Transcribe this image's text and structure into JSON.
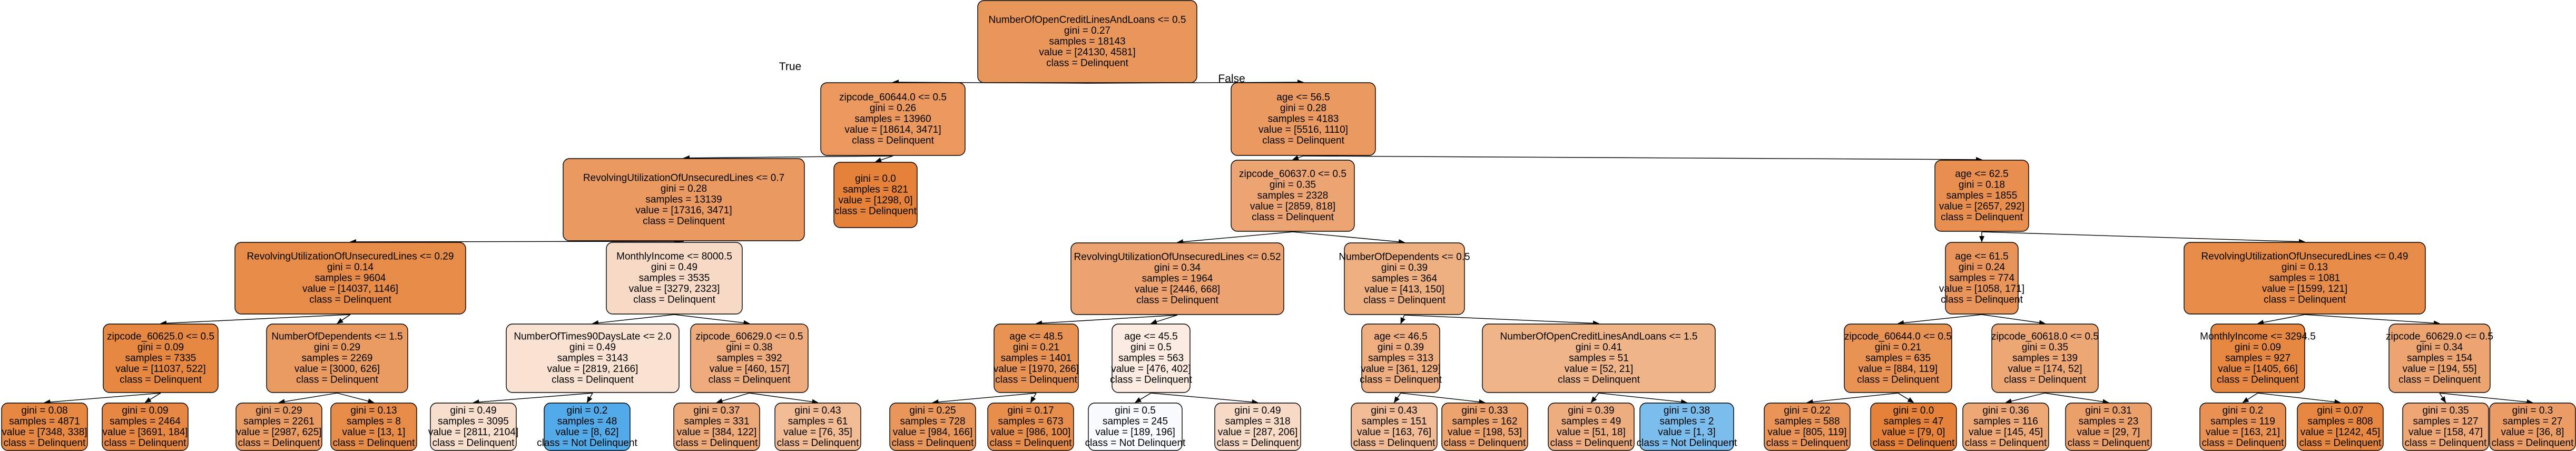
{
  "edge_labels": {
    "true_label": "True",
    "false_label": "False"
  },
  "colors": {
    "edge": "#000000",
    "node_border": "#000000"
  },
  "nodes": [
    {
      "id": "n0",
      "lines": [
        "NumberOfOpenCreditLinesAndLoans <= 0.5",
        "gini = 0.27",
        "samples = 18143",
        "value = [24130, 4581]",
        "class = Delinquent"
      ],
      "fill": "#e9965a"
    },
    {
      "id": "n1",
      "lines": [
        "zipcode_60644.0 <= 0.5",
        "gini = 0.26",
        "samples = 13960",
        "value = [18614, 3471]",
        "class = Delinquent"
      ],
      "fill": "#ea985e"
    },
    {
      "id": "n2",
      "lines": [
        "age <= 56.5",
        "gini = 0.28",
        "samples = 4183",
        "value = [5516, 1110]",
        "class = Delinquent"
      ],
      "fill": "#ea9a61"
    },
    {
      "id": "n3",
      "lines": [
        "RevolvingUtilizationOfUnsecuredLines <= 0.7",
        "gini = 0.28",
        "samples = 13139",
        "value = [17316, 3471]",
        "class = Delinquent"
      ],
      "fill": "#ea9a61"
    },
    {
      "id": "n4",
      "lines": [
        "gini = 0.0",
        "samples = 821",
        "value = [1298, 0]",
        "class = Delinquent"
      ],
      "fill": "#e58139"
    },
    {
      "id": "n5",
      "lines": [
        "zipcode_60637.0 <= 0.5",
        "gini = 0.35",
        "samples = 2328",
        "value = [2859, 818]",
        "class = Delinquent"
      ],
      "fill": "#eca572"
    },
    {
      "id": "n6",
      "lines": [
        "age <= 62.5",
        "gini = 0.18",
        "samples = 1855",
        "value = [2657, 292]",
        "class = Delinquent"
      ],
      "fill": "#e88f4f"
    },
    {
      "id": "n7",
      "lines": [
        "RevolvingUtilizationOfUnsecuredLines <= 0.29",
        "gini = 0.14",
        "samples = 9604",
        "value = [14037, 1146]",
        "class = Delinquent"
      ],
      "fill": "#e78b49"
    },
    {
      "id": "n8",
      "lines": [
        "MonthlyIncome <= 8000.5",
        "gini = 0.49",
        "samples = 3535",
        "value = [3279, 2323]",
        "class = Delinquent"
      ],
      "fill": "#f7dac5"
    },
    {
      "id": "n9",
      "lines": [
        "RevolvingUtilizationOfUnsecuredLines <= 0.52",
        "gini = 0.34",
        "samples = 1964",
        "value = [2446, 668]",
        "class = Delinquent"
      ],
      "fill": "#eca36f"
    },
    {
      "id": "n10",
      "lines": [
        "NumberOfDependents <= 0.5",
        "gini = 0.39",
        "samples = 364",
        "value = [413, 150]",
        "class = Delinquent"
      ],
      "fill": "#eeaf81"
    },
    {
      "id": "n11",
      "lines": [
        "age <= 61.5",
        "gini = 0.24",
        "samples = 774",
        "value = [1058, 171]",
        "class = Delinquent"
      ],
      "fill": "#e99559"
    },
    {
      "id": "n12",
      "lines": [
        "RevolvingUtilizationOfUnsecuredLines <= 0.49",
        "gini = 0.13",
        "samples = 1081",
        "value = [1599, 121]",
        "class = Delinquent"
      ],
      "fill": "#e78b48"
    },
    {
      "id": "n13",
      "lines": [
        "zipcode_60625.0 <= 0.5",
        "gini = 0.09",
        "samples = 7335",
        "value = [11037, 522]",
        "class = Delinquent"
      ],
      "fill": "#e68742"
    },
    {
      "id": "n14",
      "lines": [
        "NumberOfDependents <= 1.5",
        "gini = 0.29",
        "samples = 2269",
        "value = [3000, 626]",
        "class = Delinquent"
      ],
      "fill": "#ea9b62"
    },
    {
      "id": "n15",
      "lines": [
        "NumberOfTimes90DaysLate <= 2.0",
        "gini = 0.49",
        "samples = 3143",
        "value = [2819, 2166]",
        "class = Delinquent"
      ],
      "fill": "#f9e2d1"
    },
    {
      "id": "n16",
      "lines": [
        "zipcode_60629.0 <= 0.5",
        "gini = 0.38",
        "samples = 392",
        "value = [460, 157]",
        "class = Delinquent"
      ],
      "fill": "#eeac7d"
    },
    {
      "id": "n17",
      "lines": [
        "age <= 48.5",
        "gini = 0.21",
        "samples = 1401",
        "value = [1970, 266]",
        "class = Delinquent"
      ],
      "fill": "#e89254"
    },
    {
      "id": "n18",
      "lines": [
        "age <= 45.5",
        "gini = 0.5",
        "samples = 563",
        "value = [476, 402]",
        "class = Delinquent"
      ],
      "fill": "#fbebe0"
    },
    {
      "id": "n19",
      "lines": [
        "age <= 46.5",
        "gini = 0.39",
        "samples = 313",
        "value = [361, 129]",
        "class = Delinquent"
      ],
      "fill": "#eeae80"
    },
    {
      "id": "n20",
      "lines": [
        "NumberOfOpenCreditLinesAndLoans <= 1.5",
        "gini = 0.41",
        "samples = 51",
        "value = [52, 21]",
        "class = Delinquent"
      ],
      "fill": "#f0b489"
    },
    {
      "id": "n21",
      "lines": [
        "zipcode_60644.0 <= 0.5",
        "gini = 0.21",
        "samples = 635",
        "value = [884, 119]",
        "class = Delinquent"
      ],
      "fill": "#e89254"
    },
    {
      "id": "n22",
      "lines": [
        "zipcode_60618.0 <= 0.5",
        "gini = 0.35",
        "samples = 139",
        "value = [174, 52]",
        "class = Delinquent"
      ],
      "fill": "#eda774"
    },
    {
      "id": "n23",
      "lines": [
        "MonthlyIncome <= 3294.5",
        "gini = 0.09",
        "samples = 927",
        "value = [1405, 66]",
        "class = Delinquent"
      ],
      "fill": "#e68742"
    },
    {
      "id": "n24",
      "lines": [
        "zipcode_60629.0 <= 0.5",
        "gini = 0.34",
        "samples = 154",
        "value = [194, 55]",
        "class = Delinquent"
      ],
      "fill": "#eca571"
    },
    {
      "id": "n25",
      "lines": [
        "gini = 0.08",
        "samples = 4871",
        "value = [7348, 338]",
        "class = Delinquent"
      ],
      "fill": "#e68742"
    },
    {
      "id": "n26",
      "lines": [
        "gini = 0.09",
        "samples = 2464",
        "value = [3691, 184]",
        "class = Delinquent"
      ],
      "fill": "#e68743"
    },
    {
      "id": "n27",
      "lines": [
        "gini = 0.29",
        "samples = 2261",
        "value = [2987, 625]",
        "class = Delinquent"
      ],
      "fill": "#ea9b62"
    },
    {
      "id": "n28",
      "lines": [
        "gini = 0.13",
        "samples = 8",
        "value = [13, 1]",
        "class = Delinquent"
      ],
      "fill": "#e78b48"
    },
    {
      "id": "n29",
      "lines": [
        "gini = 0.49",
        "samples = 3095",
        "value = [2811, 2104]",
        "class = Delinquent"
      ],
      "fill": "#f8dfcd"
    },
    {
      "id": "n30",
      "lines": [
        "gini = 0.2",
        "samples = 48",
        "value = [8, 62]",
        "class = Not Delinquent"
      ],
      "fill": "#53aae8"
    },
    {
      "id": "n31",
      "lines": [
        "gini = 0.37",
        "samples = 331",
        "value = [384, 122]",
        "class = Delinquent"
      ],
      "fill": "#eda978"
    },
    {
      "id": "n32",
      "lines": [
        "gini = 0.43",
        "samples = 61",
        "value = [76, 35]",
        "class = Delinquent"
      ],
      "fill": "#f1bb94"
    },
    {
      "id": "n33",
      "lines": [
        "gini = 0.25",
        "samples = 728",
        "value = [984, 166]",
        "class = Delinquent"
      ],
      "fill": "#e9965a"
    },
    {
      "id": "n34",
      "lines": [
        "gini = 0.17",
        "samples = 673",
        "value = [986, 100]",
        "class = Delinquent"
      ],
      "fill": "#e88e4d"
    },
    {
      "id": "n35",
      "lines": [
        "gini = 0.5",
        "samples = 245",
        "value = [189, 196]",
        "class = Not Delinquent"
      ],
      "fill": "#f8fcfe"
    },
    {
      "id": "n36",
      "lines": [
        "gini = 0.49",
        "samples = 318",
        "value = [287, 206]",
        "class = Delinquent"
      ],
      "fill": "#f8dbc7"
    },
    {
      "id": "n37",
      "lines": [
        "gini = 0.43",
        "samples = 151",
        "value = [163, 76]",
        "class = Delinquent"
      ],
      "fill": "#f1bc95"
    },
    {
      "id": "n38",
      "lines": [
        "gini = 0.33",
        "samples = 162",
        "value = [198, 53]",
        "class = Delinquent"
      ],
      "fill": "#eca36e"
    },
    {
      "id": "n39",
      "lines": [
        "gini = 0.39",
        "samples = 49",
        "value = [51, 18]",
        "class = Delinquent"
      ],
      "fill": "#eead7f"
    },
    {
      "id": "n40",
      "lines": [
        "gini = 0.38",
        "samples = 2",
        "value = [1, 3]",
        "class = Not Delinquent"
      ],
      "fill": "#7bbeee"
    },
    {
      "id": "n41",
      "lines": [
        "gini = 0.22",
        "samples = 588",
        "value = [805, 119]",
        "class = Delinquent"
      ],
      "fill": "#e99456"
    },
    {
      "id": "n42",
      "lines": [
        "gini = 0.0",
        "samples = 47",
        "value = [79, 0]",
        "class = Delinquent"
      ],
      "fill": "#e58139"
    },
    {
      "id": "n43",
      "lines": [
        "gini = 0.36",
        "samples = 116",
        "value = [145, 45]",
        "class = Delinquent"
      ],
      "fill": "#eda876"
    },
    {
      "id": "n44",
      "lines": [
        "gini = 0.31",
        "samples = 23",
        "value = [29, 7]",
        "class = Delinquent"
      ],
      "fill": "#eb9f69"
    },
    {
      "id": "n45",
      "lines": [
        "gini = 0.2",
        "samples = 119",
        "value = [163, 21]",
        "class = Delinquent"
      ],
      "fill": "#e89152"
    },
    {
      "id": "n46",
      "lines": [
        "gini = 0.07",
        "samples = 808",
        "value = [1242, 45]",
        "class = Delinquent"
      ],
      "fill": "#e68640"
    },
    {
      "id": "n47",
      "lines": [
        "gini = 0.35",
        "samples = 127",
        "value = [158, 47]",
        "class = Delinquent"
      ],
      "fill": "#eda674"
    },
    {
      "id": "n48",
      "lines": [
        "gini = 0.3",
        "samples = 27",
        "value = [36, 8]",
        "class = Delinquent"
      ],
      "fill": "#eb9d65"
    }
  ],
  "edges": [
    [
      "n0",
      "n1"
    ],
    [
      "n0",
      "n2"
    ],
    [
      "n1",
      "n3"
    ],
    [
      "n1",
      "n4"
    ],
    [
      "n2",
      "n5"
    ],
    [
      "n2",
      "n6"
    ],
    [
      "n3",
      "n7"
    ],
    [
      "n3",
      "n8"
    ],
    [
      "n5",
      "n9"
    ],
    [
      "n5",
      "n10"
    ],
    [
      "n6",
      "n11"
    ],
    [
      "n6",
      "n12"
    ],
    [
      "n7",
      "n13"
    ],
    [
      "n7",
      "n14"
    ],
    [
      "n8",
      "n15"
    ],
    [
      "n8",
      "n16"
    ],
    [
      "n9",
      "n17"
    ],
    [
      "n9",
      "n18"
    ],
    [
      "n10",
      "n19"
    ],
    [
      "n10",
      "n20"
    ],
    [
      "n11",
      "n21"
    ],
    [
      "n11",
      "n22"
    ],
    [
      "n12",
      "n23"
    ],
    [
      "n12",
      "n24"
    ],
    [
      "n13",
      "n25"
    ],
    [
      "n13",
      "n26"
    ],
    [
      "n14",
      "n27"
    ],
    [
      "n14",
      "n28"
    ],
    [
      "n15",
      "n29"
    ],
    [
      "n15",
      "n30"
    ],
    [
      "n16",
      "n31"
    ],
    [
      "n16",
      "n32"
    ],
    [
      "n17",
      "n33"
    ],
    [
      "n17",
      "n34"
    ],
    [
      "n18",
      "n35"
    ],
    [
      "n18",
      "n36"
    ],
    [
      "n19",
      "n37"
    ],
    [
      "n19",
      "n38"
    ],
    [
      "n20",
      "n39"
    ],
    [
      "n20",
      "n40"
    ],
    [
      "n21",
      "n41"
    ],
    [
      "n21",
      "n42"
    ],
    [
      "n22",
      "n43"
    ],
    [
      "n22",
      "n44"
    ],
    [
      "n23",
      "n45"
    ],
    [
      "n23",
      "n46"
    ],
    [
      "n24",
      "n47"
    ],
    [
      "n24",
      "n48"
    ]
  ]
}
